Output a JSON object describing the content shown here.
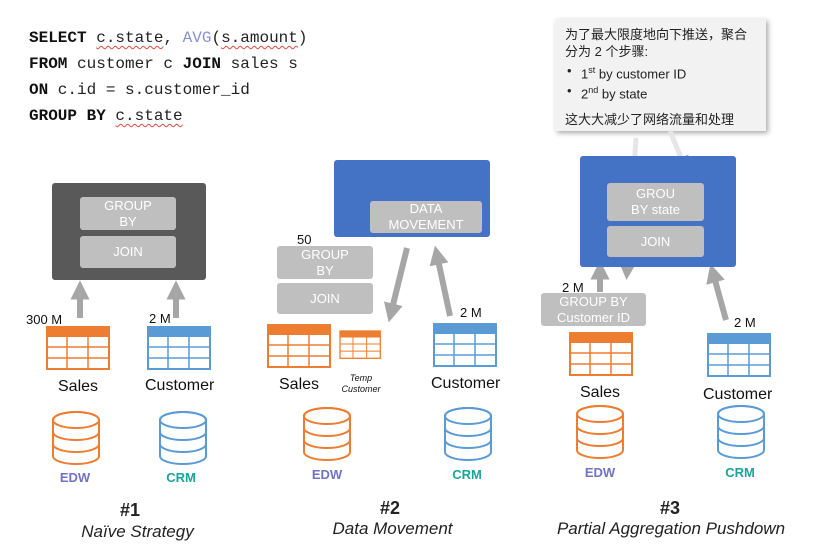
{
  "sql": {
    "l1_kw": "SELECT",
    "l1_a": "c.state",
    "l1_b": ", ",
    "l1_fn": "AVG",
    "l1_c": "(",
    "l1_d": "s.amount",
    "l1_e": ")",
    "l2_kw1": "FROM",
    "l2_a": " customer c ",
    "l2_kw2": "JOIN",
    "l2_b": " sales s",
    "l3_kw": "ON",
    "l3_a": " c.id = s.customer_id",
    "l4_kw": "GROUP BY",
    "l4_a": "c.state"
  },
  "note": {
    "intro": "为了最大限度地向下推送，聚合分为 2 个步骤:",
    "step1_ord": "1",
    "step1_sup": "st",
    "step1_text": " by customer ID",
    "step2_ord": "2",
    "step2_sup": "nd",
    "step2_text": " by state",
    "summary": "这大大减少了网络流量和处理"
  },
  "s1": {
    "group_by": "GROUP BY",
    "join": "JOIN",
    "sales_count": "300 M",
    "customer_count": "2 M",
    "sales": "Sales",
    "customer": "Customer",
    "edw": "EDW",
    "crm": "CRM",
    "num": "#1",
    "title": "Naïve Strategy"
  },
  "s2": {
    "data_movement": "DATA MOVEMENT",
    "count_50": "50",
    "group_by": "GROUP BY",
    "join": "JOIN",
    "customer_count": "2 M",
    "sales": "Sales",
    "temp_customer": "Temp Customer",
    "customer": "Customer",
    "edw": "EDW",
    "crm": "CRM",
    "num": "#2",
    "title": "Data Movement"
  },
  "s3": {
    "group_by": "GROU BY state",
    "join": "JOIN",
    "partial_group": "GROUP BY Customer ID",
    "sales_count": "2 M",
    "customer_count": "2 M",
    "sales": "Sales",
    "customer": "Customer",
    "edw": "EDW",
    "crm": "CRM",
    "num": "#3",
    "title": "Partial Aggregation Pushdown"
  },
  "colors": {
    "orange": "#ed7d31",
    "blue_table": "#5b9bd5",
    "blue_box": "#4472c4",
    "gray_dark": "#595959",
    "gray_light": "#bfbfbf",
    "edw": "#7173c6",
    "crm": "#18a59a",
    "arrow": "#a6a6a6"
  }
}
